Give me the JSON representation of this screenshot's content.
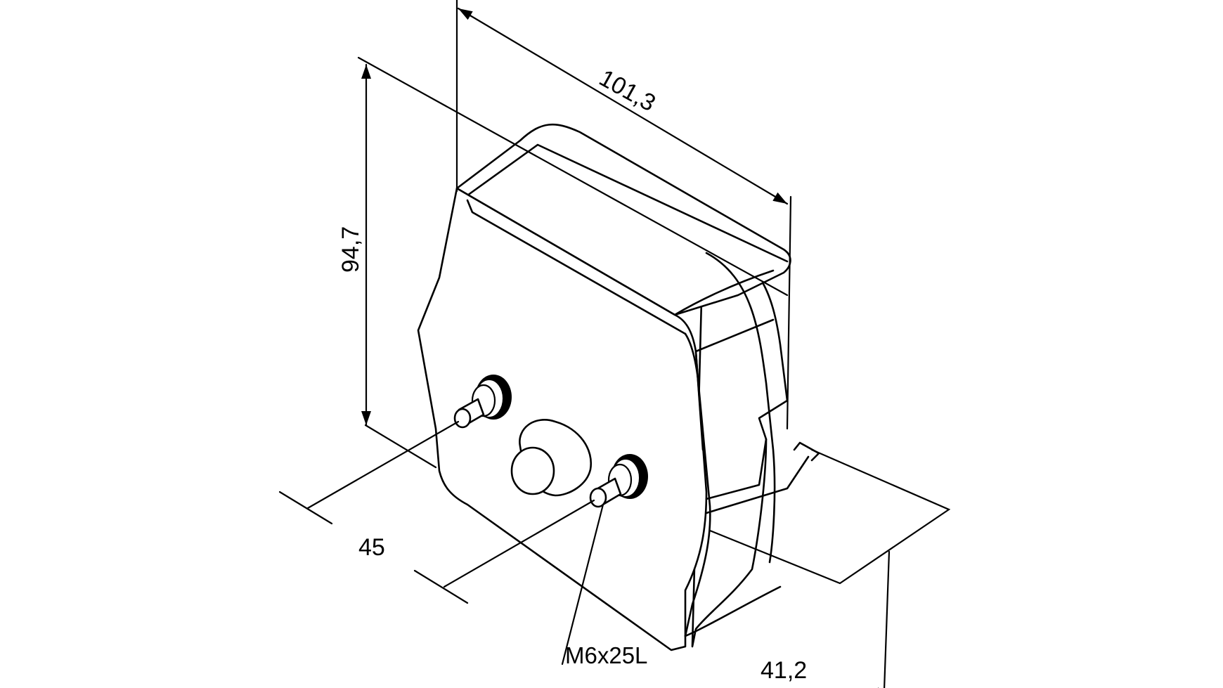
{
  "dimensions": {
    "length": "101,3",
    "height": "94,7",
    "hole_spacing": "45",
    "depth": "41,2"
  },
  "callouts": {
    "bolt": "M6x25L"
  }
}
